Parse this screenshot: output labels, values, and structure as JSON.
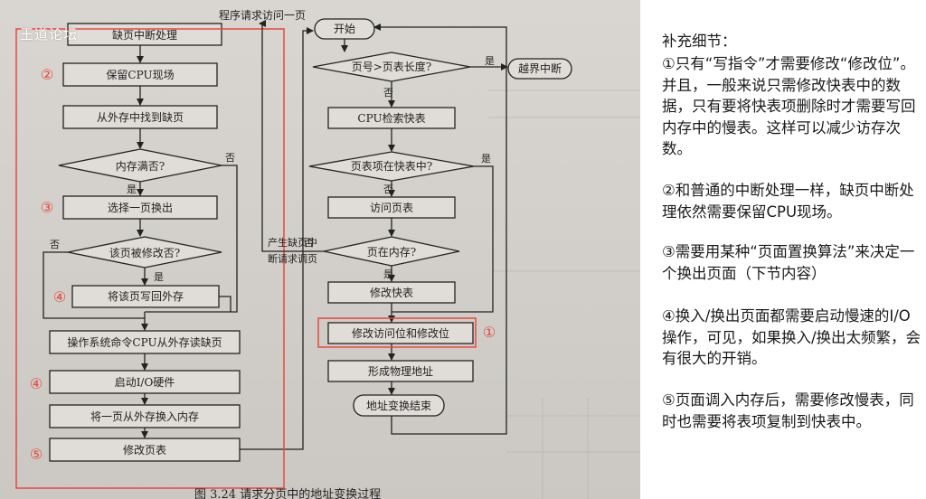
{
  "watermark": "王道论坛",
  "flow_left": {
    "top_label": "缺页中断处理",
    "save_cpu": "保留CPU现场",
    "find_missing": "从外存中找到缺页",
    "memory_full": "内存满否?",
    "select_swap": "选择一页换出",
    "modified": "该页被修改否?",
    "write_back": "将该页写回外存",
    "os_command": "操作系统命令CPU从外存读缺页",
    "start_io": "启动I/O硬件",
    "swap_in": "将一页从外存换入内存",
    "update_table": "修改页表",
    "yes": "是",
    "no": "否"
  },
  "flow_right": {
    "request": "程序请求访问一页",
    "start": "开始",
    "page_check": "页号>页表长度?",
    "out_of_bounds": "越界中断",
    "tlb_search": "CPU检索快表",
    "in_tlb": "页表项在快表中?",
    "visit_table": "访问页表",
    "in_memory": "页在内存?",
    "update_tlb": "修改快表",
    "update_bits": "修改访问位和修改位",
    "form_address": "形成物理地址",
    "end": "地址变换结束",
    "page_fault_line1": "产生缺页中",
    "page_fault_line2": "断请求调页",
    "yes": "是",
    "no": "否"
  },
  "markers": {
    "m1": "①",
    "m2": "②",
    "m3": "③",
    "m4": "④",
    "m5": "⑤"
  },
  "caption": "图 3.24   请求分页中的地址变换过程",
  "notes": {
    "title": "补充细节：",
    "p1": "①只有“写指令”才需要修改“修改位”。并且，一般来说只需修改快表中的数据，只有要将快表项删除时才需要写回内存中的慢表。这样可以减少访存次数。",
    "p2": "②和普通的中断处理一样，缺页中断处理依然需要保留CPU现场。",
    "p3": "③需要用某种“页面置换算法”来决定一个换出页面（下节内容）",
    "p4": "④换入/换出页面都需要启动慢速的I/O操作，可见，如果换入/换出太频繁，会有很大的开销。",
    "p5": "⑤页面调入内存后，需要修改慢表，同时也需要将表项复制到快表中。"
  },
  "colors": {
    "highlight": "#e8483c",
    "ink": "#222222",
    "box_fill": "#e0ddd8"
  }
}
